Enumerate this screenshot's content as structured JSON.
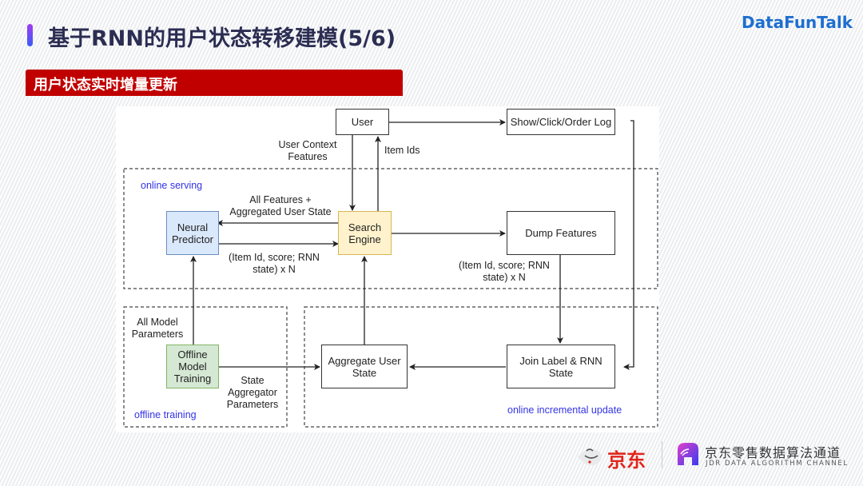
{
  "header": {
    "title": "基于RNN的用户状态转移建模(5/6)",
    "brand": "DataFunTalk",
    "section": "用户状态实时增量更新"
  },
  "diagram": {
    "groups": {
      "online_serving": "online serving",
      "offline_training": "offline training",
      "online_incremental_update": "online incremental update"
    },
    "nodes": {
      "user": "User",
      "log": "Show/Click/Order Log",
      "neural_predictor": "Neural\nPredictor",
      "search_engine": "Search\nEngine",
      "dump_features": "Dump Features",
      "offline_training": "Offline\nModel\nTraining",
      "aggregate_user_state": "Aggregate User\nState",
      "join_label": "Join Label & RNN\nState"
    },
    "edge_labels": {
      "user_context": "User Context\nFeatures",
      "item_ids": "Item Ids",
      "all_features": "All Features +\nAggregated User State",
      "predictor_output": "(Item Id, score; RNN\nstate) x N",
      "dump_output": "(Item Id, score; RNN\nstate) x N",
      "all_model_params": "All Model\nParameters",
      "state_agg_params": "State\nAggregator\nParameters"
    },
    "colors": {
      "predictor_fill": "#dae8fc",
      "search_fill": "#fff2cc",
      "training_fill": "#d5e8d4",
      "group_label": "#3333e6"
    }
  },
  "footer": {
    "jd": "京东",
    "channel_cn": "京东零售数据算法通道",
    "channel_en": "JDR DATA ALGORITHM CHANNEL"
  }
}
